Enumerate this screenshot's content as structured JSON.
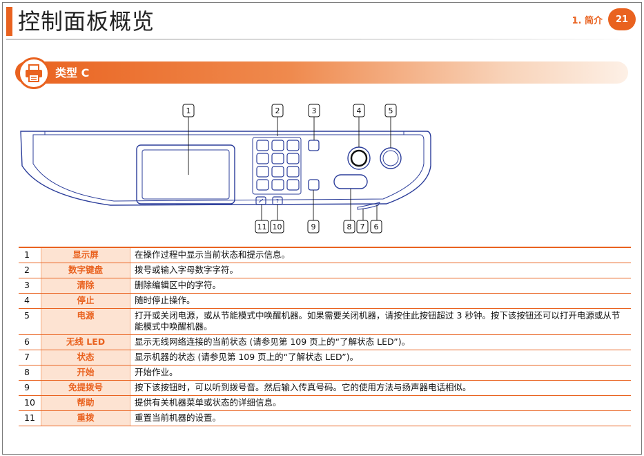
{
  "header": {
    "title": "控制面板概览",
    "chapter": "1. 简介",
    "page_number": "21"
  },
  "section": {
    "title": "类型 C",
    "icon": "printer-icon"
  },
  "callouts": [
    "1",
    "2",
    "3",
    "4",
    "5",
    "11",
    "10",
    "9",
    "8",
    "7",
    "6"
  ],
  "legend": [
    {
      "num": "1",
      "term": "显示屏",
      "desc": "在操作过程中显示当前状态和提示信息。"
    },
    {
      "num": "2",
      "term": "数字键盘",
      "desc": "拨号或输入字母数字字符。"
    },
    {
      "num": "3",
      "term": "清除",
      "desc": "删除编辑区中的字符。"
    },
    {
      "num": "4",
      "term": "停止",
      "desc": "随时停止操作。"
    },
    {
      "num": "5",
      "term": "电源",
      "desc": "打开或关闭电源，或从节能模式中唤醒机器。如果需要关闭机器，请按住此按钮超过 3 秒钟。按下该按钮还可以打开电源或从节能模式中唤醒机器。"
    },
    {
      "num": "6",
      "term": "无线 LED",
      "desc": "显示无线网络连接的当前状态 (请参见第 109 页上的“了解状态 LED”)。"
    },
    {
      "num": "7",
      "term": "状态",
      "desc": "显示机器的状态 (请参见第 109 页上的“了解状态 LED”)。"
    },
    {
      "num": "8",
      "term": "开始",
      "desc": "开始作业。"
    },
    {
      "num": "9",
      "term": "免提拨号",
      "desc": "按下该按钮时，可以听到拨号音。然后输入传真号码。它的使用方法与扬声器电话相似。"
    },
    {
      "num": "10",
      "term": "帮助",
      "desc": "提供有关机器菜单或状态的详细信息。"
    },
    {
      "num": "11",
      "term": "重拨",
      "desc": "重置当前机器的设置。"
    }
  ],
  "colors": {
    "accent": "#e9621f",
    "term_bg": "#fde3d2",
    "diagram_line": "#2b3d9a"
  }
}
